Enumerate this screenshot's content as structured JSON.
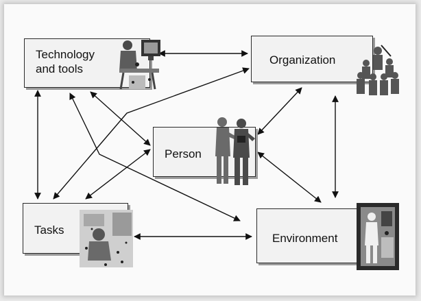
{
  "diagram": {
    "nodes": [
      {
        "id": "technology",
        "label": "Technology\nand tools"
      },
      {
        "id": "organization",
        "label": "Organization"
      },
      {
        "id": "person",
        "label": "Person"
      },
      {
        "id": "tasks",
        "label": "Tasks"
      },
      {
        "id": "environment",
        "label": "Environment"
      }
    ],
    "edges": [
      {
        "from": "technology",
        "to": "organization",
        "direction": "both"
      },
      {
        "from": "technology",
        "to": "tasks",
        "direction": "both"
      },
      {
        "from": "technology",
        "to": "person",
        "direction": "both"
      },
      {
        "from": "technology",
        "to": "environment",
        "direction": "both"
      },
      {
        "from": "organization",
        "to": "person",
        "direction": "both"
      },
      {
        "from": "organization",
        "to": "environment",
        "direction": "both"
      },
      {
        "from": "organization",
        "to": "tasks",
        "direction": "both"
      },
      {
        "from": "person",
        "to": "tasks",
        "direction": "both"
      },
      {
        "from": "person",
        "to": "environment",
        "direction": "both"
      },
      {
        "from": "tasks",
        "to": "environment",
        "direction": "both"
      }
    ],
    "illustrations": [
      {
        "node": "technology",
        "icon": "computer-workstation-icon"
      },
      {
        "node": "organization",
        "icon": "group-of-people-icon"
      },
      {
        "node": "person",
        "icon": "two-workers-icon"
      },
      {
        "node": "tasks",
        "icon": "task-scene-icon"
      },
      {
        "node": "environment",
        "icon": "environment-scene-icon"
      }
    ],
    "colors": {
      "box_fill": "#f2f2f2",
      "box_border": "#2a2a2a",
      "arrow": "#111111"
    }
  }
}
